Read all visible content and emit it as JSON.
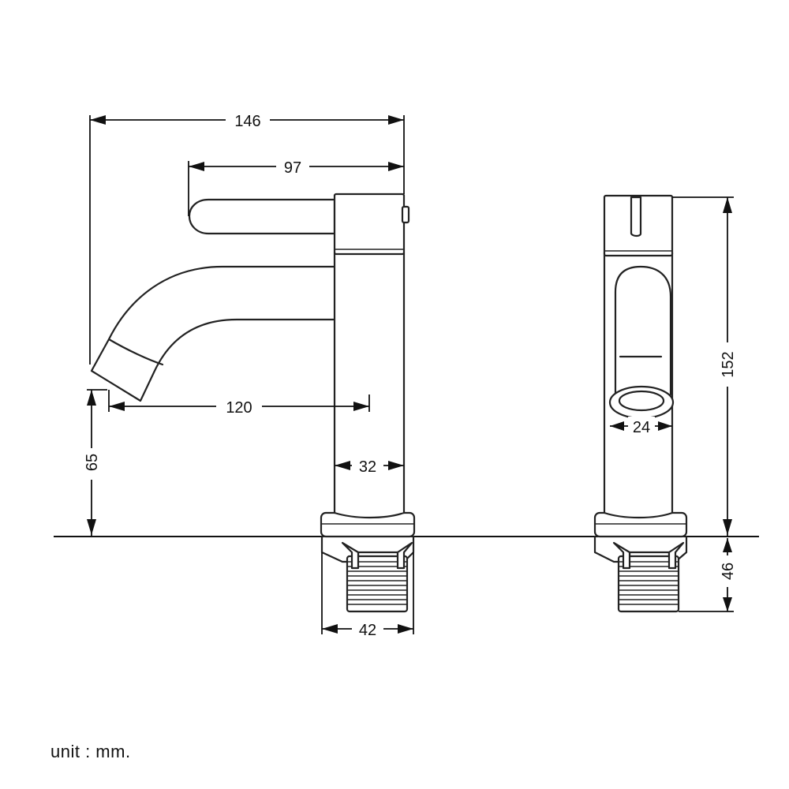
{
  "dimensions": {
    "overall_length": "146",
    "handle_length": "97",
    "spout_reach": "120",
    "spout_height": "65",
    "body_diameter": "32",
    "base_diameter": "42",
    "outlet_diameter": "24",
    "overall_height": "152",
    "shank_length": "46"
  },
  "unit_label": "unit : mm."
}
